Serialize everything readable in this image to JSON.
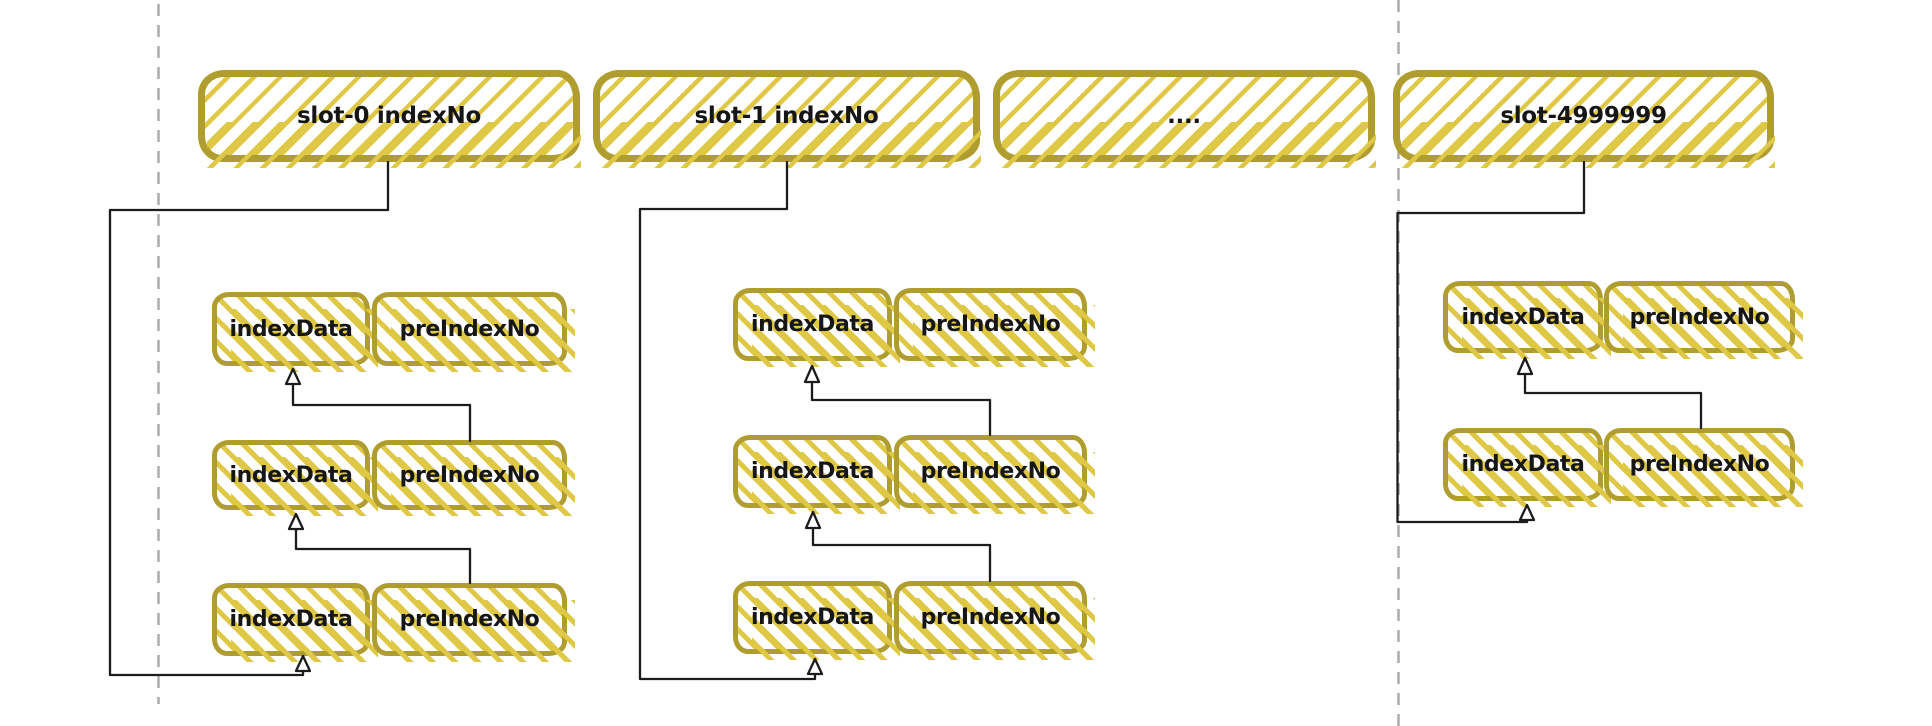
{
  "slots": [
    {
      "label": "slot-0 indexNo"
    },
    {
      "label": "slot-1 indexNo"
    },
    {
      "label": "...."
    },
    {
      "label": "slot-4999999"
    }
  ],
  "node_labels": {
    "indexData": "indexData",
    "preIndexNo": "preIndexNo"
  },
  "structure": {
    "columns": [
      {
        "under_slot": "slot-0 indexNo",
        "node_pairs": 3
      },
      {
        "under_slot": "slot-1 indexNo",
        "node_pairs": 3
      },
      {
        "under_slot": "slot-4999999",
        "node_pairs": 2
      }
    ]
  },
  "colors": {
    "box_border": "#b09d2f",
    "hatch": "#dfc845",
    "connector": "#1c1c1c",
    "dashed_guide": "#acacac",
    "text": "#161616",
    "background": "#ffffff"
  }
}
